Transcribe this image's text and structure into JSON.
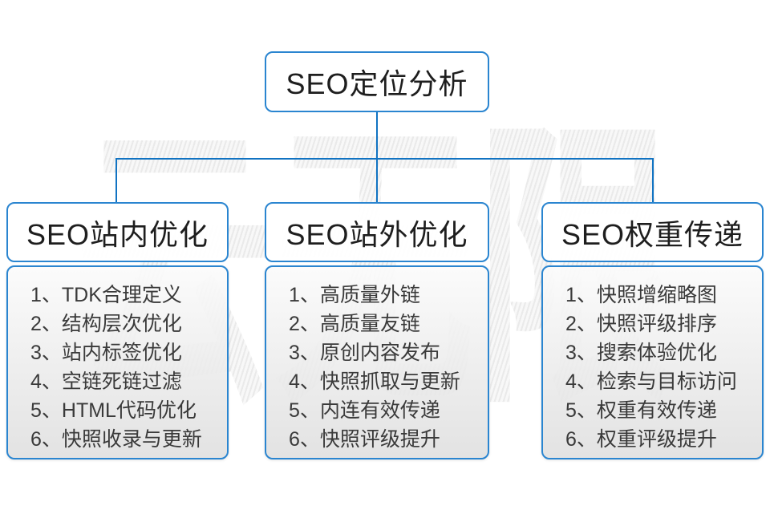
{
  "diagram": {
    "root_title": "SEO定位分析",
    "watermark_text": "云无限",
    "columns": [
      {
        "header": "SEO站内优化",
        "items": [
          "1、TDK合理定义",
          "2、结构层次优化",
          "3、站内标签优化",
          "4、空链死链过滤",
          "5、HTML代码优化",
          "6、快照收录与更新"
        ]
      },
      {
        "header": "SEO站外优化",
        "items": [
          "1、高质量外链",
          "2、高质量友链",
          "3、原创内容发布",
          "4、快照抓取与更新",
          "5、内连有效传递",
          "6、快照评级提升"
        ]
      },
      {
        "header": "SEO权重传递",
        "items": [
          "1、快照增缩略图",
          "2、快照评级排序",
          "3、搜索体验优化",
          "4、检索与目标访问",
          "5、权重有效传递",
          "6、权重评级提升"
        ]
      }
    ],
    "colors": {
      "box_border_blue": "#2a85d0",
      "connector_blue": "#1173c2",
      "header_text": "#1e1e1e",
      "item_text": "#3a3a3a",
      "watermark_gray": "#ececec"
    }
  }
}
